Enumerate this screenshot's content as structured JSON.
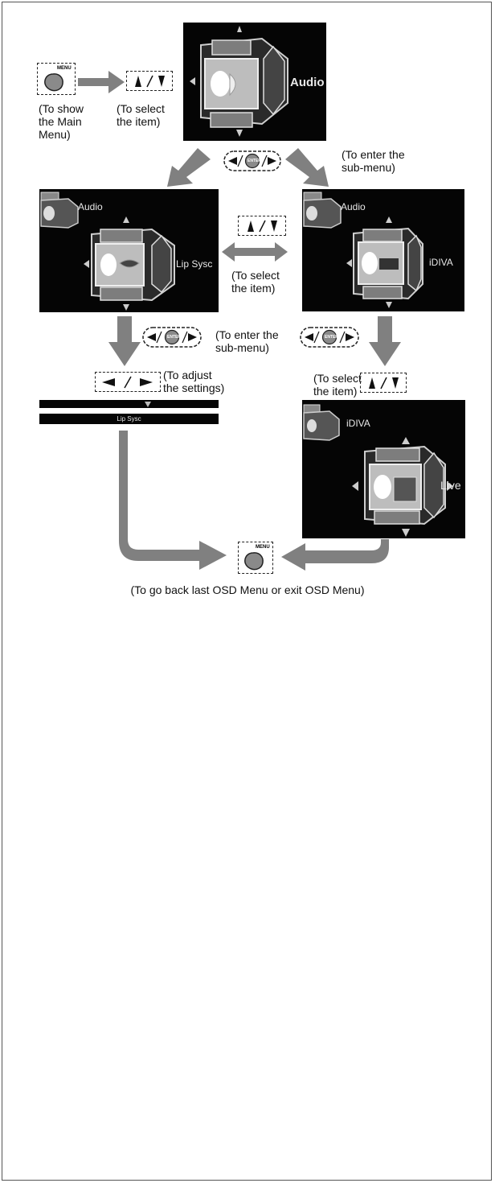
{
  "labels": {
    "show_main_menu": "(To show\nthe Main\nMenu)",
    "select_item_top": "(To select\nthe item)",
    "enter_submenu_top": "(To enter the\nsub-menu)",
    "select_item_middle": "(To select\nthe item)",
    "enter_submenu_middle": "(To enter the\nsub-menu)",
    "adjust_settings": "(To adjust\nthe settings)",
    "select_item_right": "(To select\nthe item)",
    "bottom_caption": "(To go back last OSD Menu or exit OSD Menu)"
  },
  "buttons": {
    "menu": "MENU",
    "enter": "ENTER"
  },
  "screens": {
    "main": {
      "right_label": "Audio"
    },
    "left": {
      "title": "Audio",
      "right_label": "Lip Sysc"
    },
    "right": {
      "title": "Audio",
      "right_label": "iDIVA"
    },
    "bar": {
      "label": "Lip Sysc"
    },
    "bottom": {
      "title": "iDIVA",
      "right_label": "Live"
    }
  },
  "colors": {
    "arrow": "#808080",
    "screen_bg": "#050505",
    "button_gray": "#8a8a8a"
  },
  "icons": {
    "up_down": "up-down-arrow-icon",
    "left_right_enter": "left-enter-right-icon",
    "menu_button": "menu-button-icon"
  }
}
